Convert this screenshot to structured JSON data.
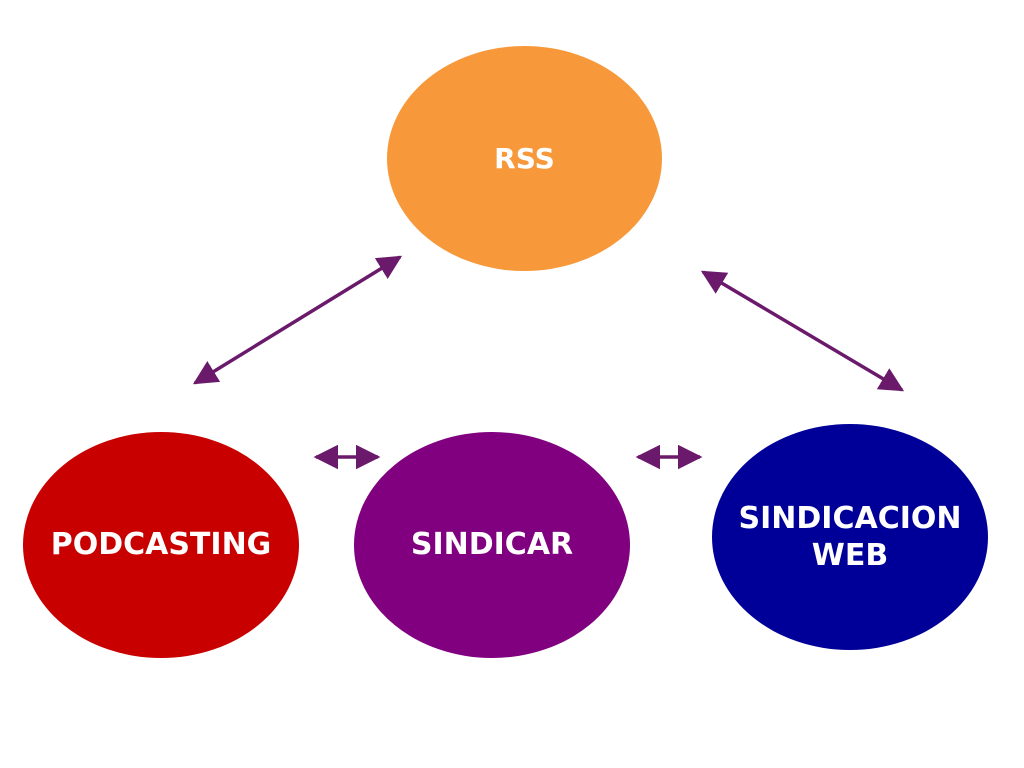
{
  "diagram": {
    "nodes": {
      "rss": {
        "label": "RSS",
        "color": "#F7993A"
      },
      "podcasting": {
        "label": "PODCASTING",
        "color": "#C80000"
      },
      "sindicar": {
        "label": "SINDICAR",
        "color": "#800080"
      },
      "sindicacion_web": {
        "label_line1": "SINDICACION",
        "label_line2": "WEB",
        "color": "#000099"
      }
    },
    "edges": [
      {
        "from": "rss",
        "to": "podcasting",
        "style": "bidirectional"
      },
      {
        "from": "rss",
        "to": "sindicacion_web",
        "style": "bidirectional"
      },
      {
        "from": "podcasting",
        "to": "sindicar",
        "style": "bidirectional"
      },
      {
        "from": "sindicar",
        "to": "sindicacion_web",
        "style": "bidirectional"
      }
    ],
    "arrow_color": "#6B1A6B"
  }
}
